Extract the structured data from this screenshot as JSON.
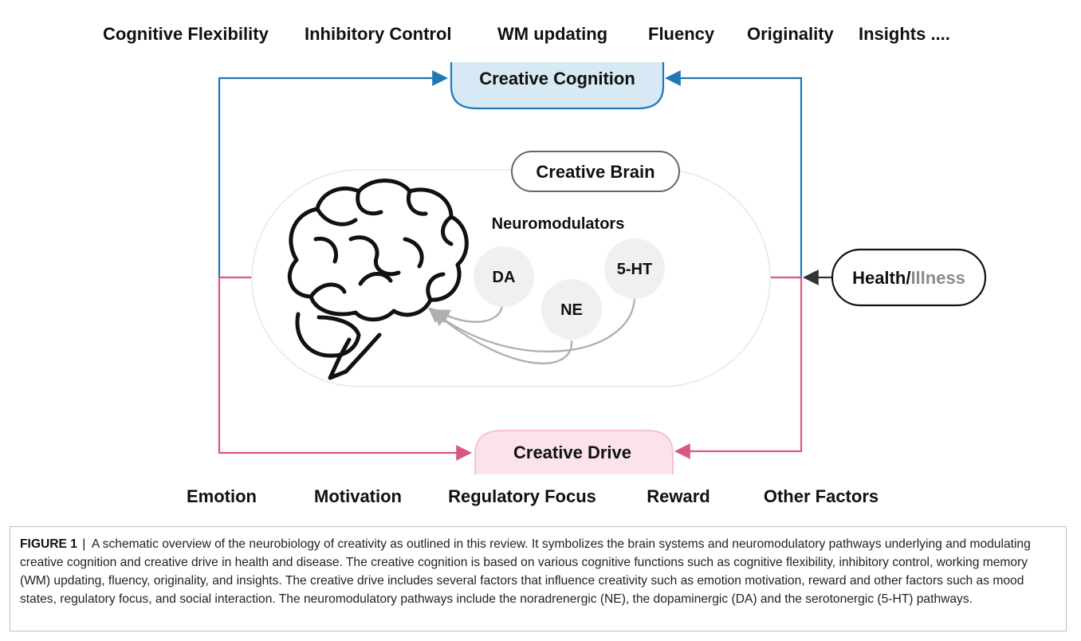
{
  "top_labels": [
    "Cognitive Flexibility",
    "Inhibitory Control",
    "WM updating",
    "Fluency",
    "Originality",
    "Insights ...."
  ],
  "bottom_labels": [
    "Emotion",
    "Motivation",
    "Regulatory Focus",
    "Reward",
    "Other Factors"
  ],
  "creative_cognition": "Creative Cognition",
  "creative_brain": "Creative Brain",
  "creative_drive": "Creative Drive",
  "neuromodulators": "Neuromodulators",
  "nodes": {
    "da": "DA",
    "ne": "NE",
    "ht": "5-HT"
  },
  "health": {
    "health": "Health/",
    "illness": "Illness"
  },
  "colors": {
    "cognition_line": "#1f78b4",
    "drive_line": "#d9577f",
    "cognition_fill": "#d7e9f5",
    "drive_fill": "#fbe3ea",
    "brain_outline": "#e4eef4",
    "node_fill": "#f0f0f0",
    "arrow_gray": "#b0b0b0",
    "illness": "#8a8a8a"
  },
  "caption": {
    "label": "FIGURE 1",
    "separator": "|",
    "text": "A schematic overview of the neurobiology of creativity as outlined in this review. It symbolizes the brain systems and neuromodulatory pathways underlying and modulating creative cognition and creative drive in health and disease. The creative cognition is based on various cognitive functions such as cognitive flexibility, inhibitory control, working memory (WM) updating, fluency, originality, and insights. The creative drive includes several factors that influence creativity such as emotion motivation, reward and other factors such as mood states, regulatory focus, and social interaction. The neuromodulatory pathways include the noradrenergic (NE), the dopaminergic (DA) and the serotonergic (5-HT) pathways."
  }
}
